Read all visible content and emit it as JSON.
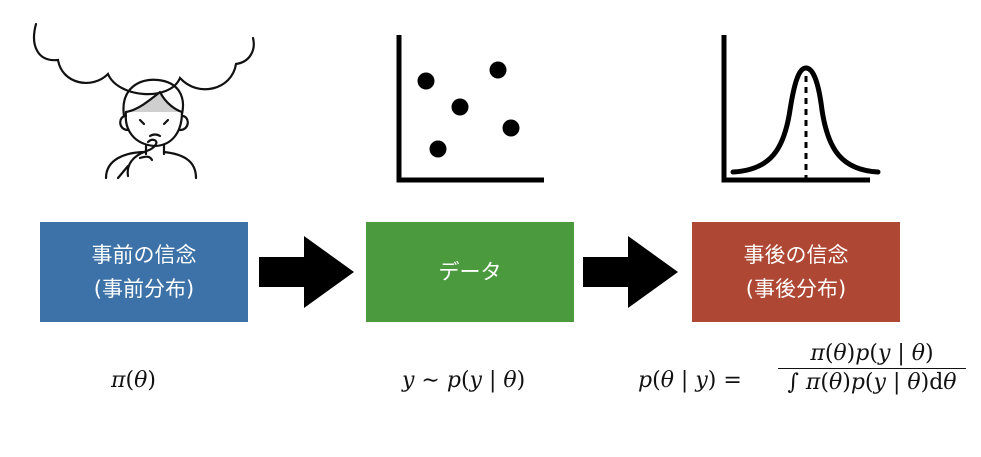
{
  "colors": {
    "prior_box": "#3c72a8",
    "data_box": "#4b9a3e",
    "posterior_box": "#ae4733",
    "arrow": "#000000",
    "line": "#000000"
  },
  "icons": {
    "thinking": "thinking-person-icon",
    "thought_bubble": "thought-bubble-icon",
    "scatter": "scatter-plot-icon",
    "distribution": "bell-curve-icon"
  },
  "boxes": {
    "prior": {
      "line1": "事前の信念",
      "line2": "(事前分布)"
    },
    "data": {
      "line1": "データ"
    },
    "posterior": {
      "line1": "事後の信念",
      "line2": "(事後分布)"
    }
  },
  "formulas": {
    "prior": {
      "pi": "π",
      "open": "(",
      "theta": "θ",
      "close": ")"
    },
    "likelihood": {
      "y": "y",
      "sim": " ∼ ",
      "p": "p",
      "open": "(",
      "y2": "y",
      "bar": " | ",
      "theta": "θ",
      "close": ")"
    },
    "posterior_lhs": {
      "p": "p",
      "open": "(",
      "theta": "θ",
      "bar": " | ",
      "y": "y",
      "close": ")",
      "eq": " = "
    },
    "posterior_num": {
      "pi": "π",
      "o1": "(",
      "t1": "θ",
      "c1": ")",
      "p": "p",
      "o2": "(",
      "y": "y",
      "bar": " | ",
      "t2": "θ",
      "c2": ")"
    },
    "posterior_den": {
      "int": "∫ ",
      "pi": "π",
      "o1": "(",
      "t1": "θ",
      "c1": ")",
      "p": "p",
      "o2": "(",
      "y": "y",
      "bar": " | ",
      "t2": "θ",
      "c2": ")",
      "d": "d",
      "t3": "θ"
    }
  }
}
